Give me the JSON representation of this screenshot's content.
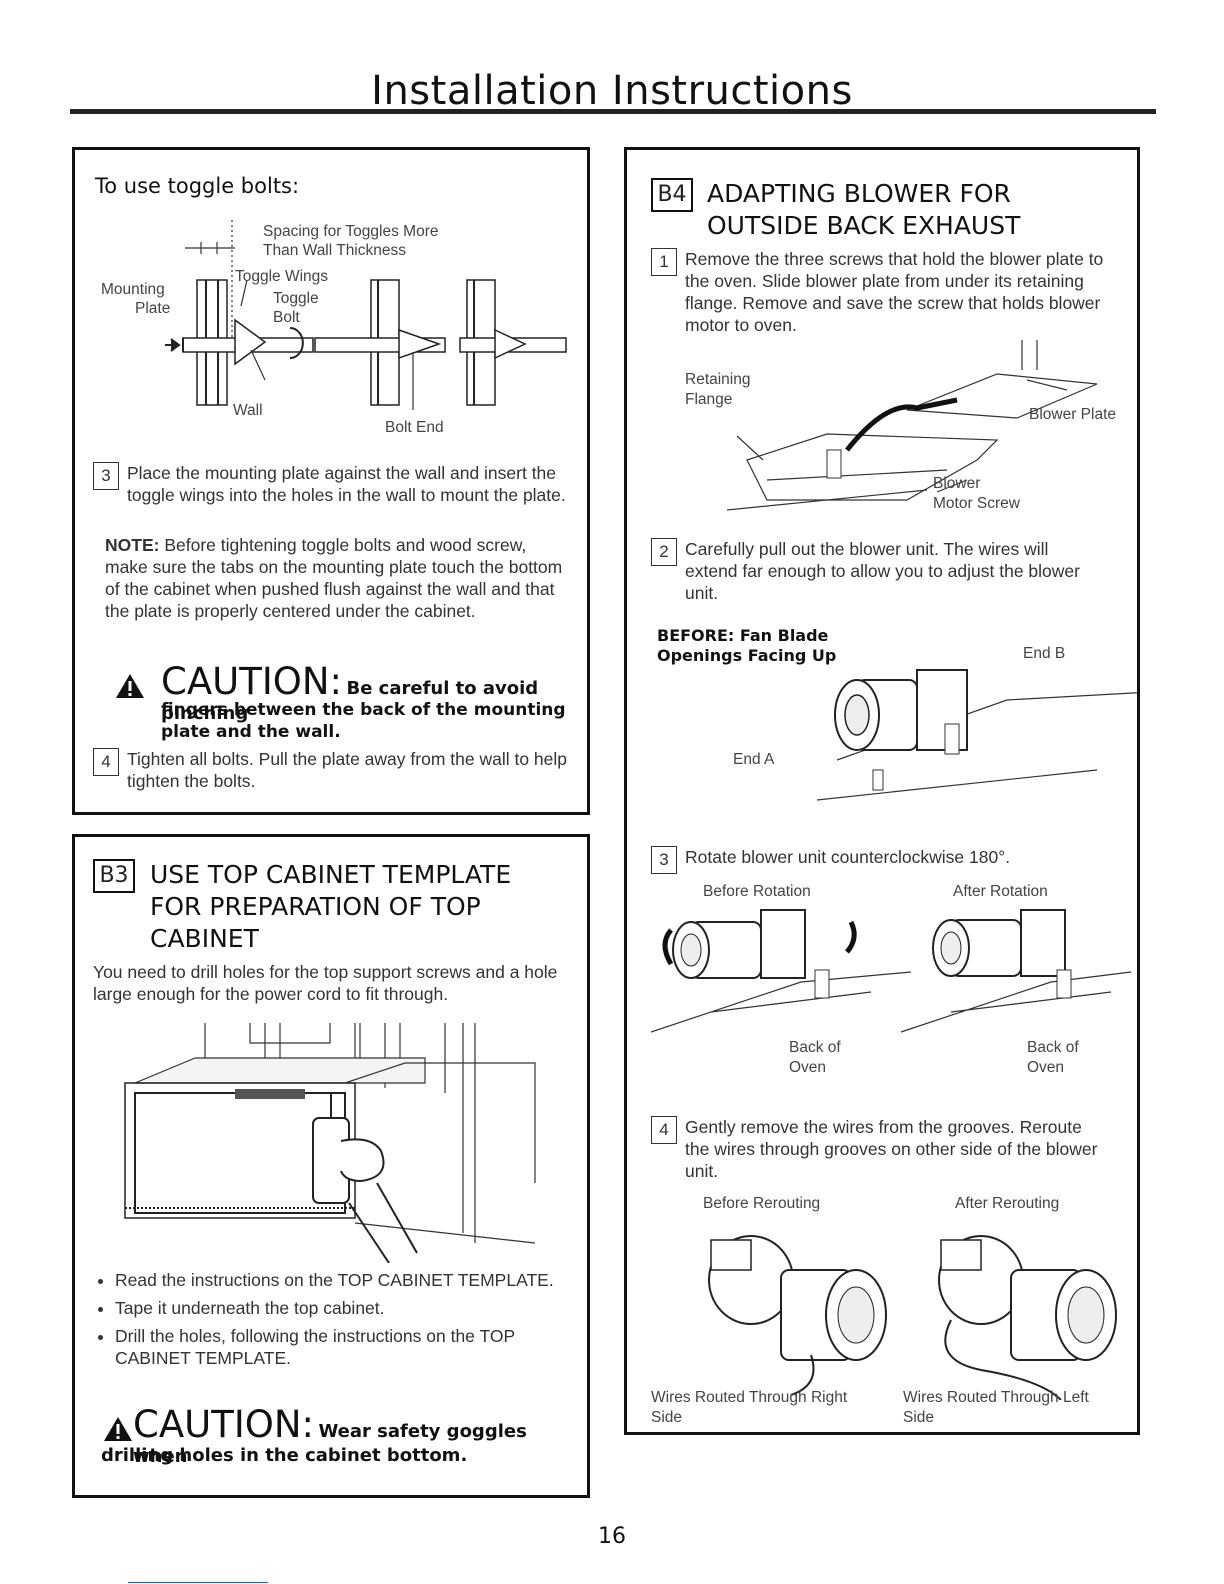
{
  "page_title": "Installation Instructions",
  "page_number": "16",
  "toggle_section": {
    "heading": "To use toggle bolts:",
    "diagram_labels": {
      "spacing": "Spacing for Toggles More",
      "spacing2": "Than Wall Thickness",
      "toggle_wings": "Toggle Wings",
      "mounting": "Mounting",
      "plate": "Plate",
      "toggle": "Toggle",
      "bolt": "Bolt",
      "wall": "Wall",
      "bolt_end": "Bolt End"
    },
    "step3_num": "3",
    "step3_text": "Place the mounting plate against the wall and insert the toggle wings into the holes in the wall to mount the plate.",
    "note_label": "NOTE:",
    "note_text": "Before tightening toggle bolts and wood screw, make sure the tabs on the mounting plate touch the bottom of the cabinet when pushed flush against the wall and that the plate is properly centered under the cabinet.",
    "caution_big": "CAUTION:",
    "caution_text1": "Be careful to avoid pinching",
    "caution_text2": "fingers between the back of the mounting",
    "caution_text3": "plate and the wall.",
    "step4_num": "4",
    "step4_text": "Tighten all bolts. Pull the plate away from the wall to help tighten the bolts."
  },
  "b3_section": {
    "badge": "B3",
    "heading_l1": "USE TOP CABINET TEMPLATE",
    "heading_l2": "FOR PREPARATION OF TOP",
    "heading_l3": "CABINET",
    "intro": "You need to drill holes for the top support screws and a hole large enough for the power cord to fit through.",
    "bullets": [
      "Read the instructions on the TOP CABINET TEMPLATE.",
      "Tape it underneath the top cabinet.",
      "Drill the holes, following the instructions on the TOP CABINET TEMPLATE."
    ],
    "caution_big": "CAUTION:",
    "caution_text1": "Wear safety goggles when",
    "caution_text2": "drilling holes in the cabinet bottom."
  },
  "b4_section": {
    "badge": "B4",
    "heading_l1": "ADAPTING BLOWER FOR",
    "heading_l2": "OUTSIDE BACK EXHAUST",
    "step1_num": "1",
    "step1_text": "Remove the three screws that hold the blower plate to the oven. Slide blower plate from under its retaining flange. Remove and save the screw that holds blower motor to oven.",
    "fig1": {
      "retaining": "Retaining",
      "flange": "Flange",
      "blower_plate": "Blower Plate",
      "blower": "Blower",
      "motor_screw": "Motor Screw"
    },
    "step2_num": "2",
    "step2_text": "Carefully pull out the blower unit. The wires will extend far enough to allow you to adjust the blower unit.",
    "fig2": {
      "before1": "BEFORE: Fan Blade",
      "before2": "Openings Facing Up",
      "end_b": "End B",
      "end_a": "End A"
    },
    "step3_num": "3",
    "step3_text": "Rotate blower unit counterclockwise 180°.",
    "fig3": {
      "before": "Before Rotation",
      "after": "After Rotation",
      "back_of": "Back of",
      "oven": "Oven"
    },
    "step4_num": "4",
    "step4_text": "Gently remove the wires from the grooves. Reroute the wires through grooves on other side of the blower unit.",
    "fig4": {
      "before": "Before Rerouting",
      "after": "After Rerouting",
      "right1": "Wires Routed Through Right",
      "right2": "Side",
      "left1": "Wires Routed Through Left",
      "left2": "Side"
    }
  }
}
